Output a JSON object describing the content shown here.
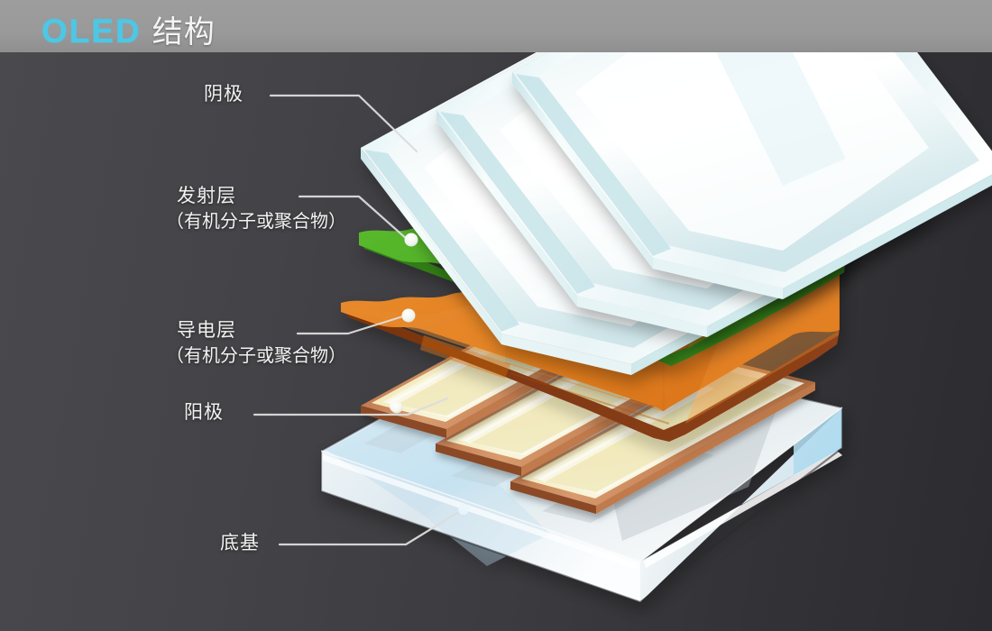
{
  "header": {
    "brand": "OLED",
    "title_cn": "结构",
    "brand_color": "#4cc8e6",
    "band_color": "#9a9a9a"
  },
  "diagram": {
    "type": "exploded-layer-stack",
    "background_color": "#3c3c40",
    "layers": [
      {
        "id": "cathode",
        "label": "阴极",
        "sublabel": "",
        "shape": "three-parallel-bars",
        "count": 3,
        "color": "#eef6f8",
        "edge_color": "#bfe0e6",
        "order": 1
      },
      {
        "id": "emissive",
        "label": "发射层",
        "sublabel": "（有机分子或聚合物）",
        "shape": "folded-sheet",
        "color": "#4eae28",
        "edge_color": "#2f7a17",
        "order": 2
      },
      {
        "id": "conductive",
        "label": "导电层",
        "sublabel": "（有机分子或聚合物）",
        "shape": "folded-sheet",
        "color": "#e58327",
        "edge_color": "#7a3510",
        "order": 3
      },
      {
        "id": "anode",
        "label": "阳极",
        "sublabel": "",
        "shape": "three-parallel-bars",
        "count": 3,
        "color": "#f4eecd",
        "edge_color": "#b0673a",
        "order": 4
      },
      {
        "id": "substrate",
        "label": "底基",
        "sublabel": "",
        "shape": "thick-glass-slab",
        "color": "#f3f7fa",
        "edge_color": "#b6d8e8",
        "order": 5
      }
    ]
  },
  "labels": {
    "cathode": "阴极",
    "emissive": "发射层",
    "emissive_sub": "（有机分子或聚合物）",
    "conductive": "导电层",
    "conductive_sub": "（有机分子或聚合物）",
    "anode": "阳极",
    "substrate": "底基"
  }
}
